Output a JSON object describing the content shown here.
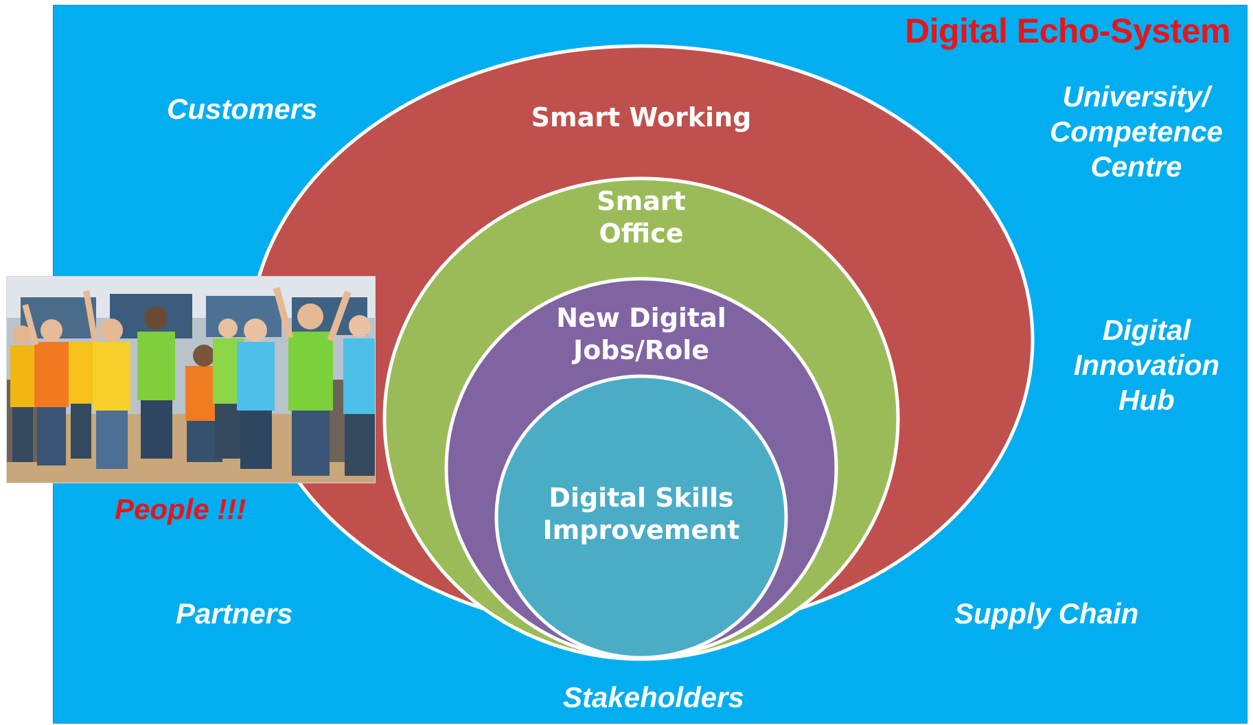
{
  "title": "Digital Echo-System",
  "rings": [
    {
      "label": "Smart Working",
      "color": "#C0504D"
    },
    {
      "label": "Smart\nOffice",
      "color": "#9BBB59"
    },
    {
      "label": "New Digital\nJobs/Role",
      "color": "#8064A2"
    },
    {
      "label": "Digital Skills\nImprovement",
      "color": "#4BACC6"
    }
  ],
  "ecosystem": {
    "customers": "Customers",
    "university": "University/\nCompetence\nCentre",
    "hub": "Digital\nInnovation\nHub",
    "partners": "Partners",
    "supply_chain": "Supply Chain",
    "stakeholders": "Stakeholders"
  },
  "photo": {
    "caption": "People !!!"
  },
  "colors": {
    "background": "#02AEEF",
    "title": "#E8141B",
    "label": "#FFFFFF"
  }
}
